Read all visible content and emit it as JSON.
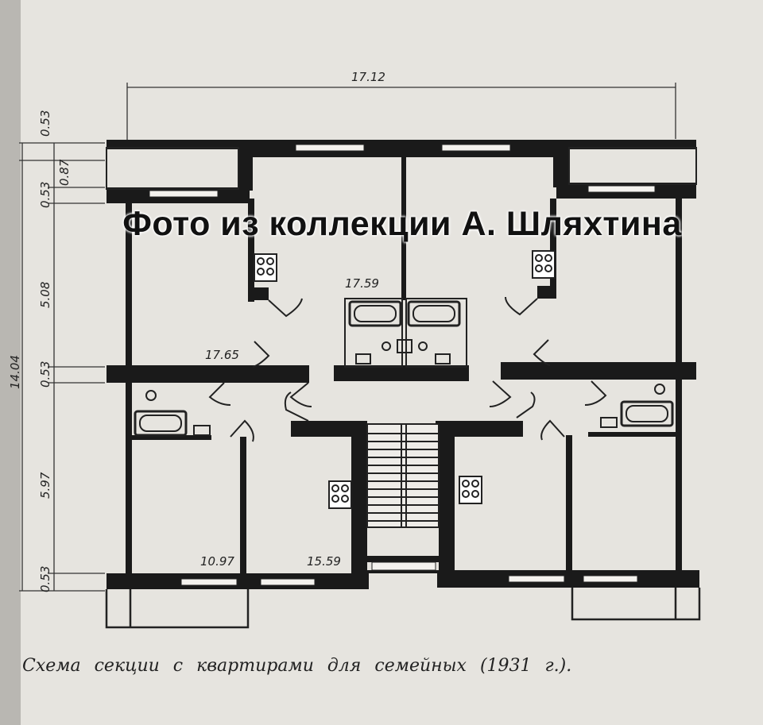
{
  "watermark": "Фото из коллекции А. Шляхтина",
  "caption": "Схема секции с квартирами для семейных (1931 г.).",
  "dimensions": {
    "overall_width": "17.12",
    "overall_depth": "14.04",
    "vertical": [
      "0.53",
      "0.87",
      "0.53",
      "5.08",
      "0.53",
      "5.97",
      "0.53"
    ]
  },
  "room_areas": {
    "upper_center": "17.59",
    "upper_left": "17.65",
    "lower_left": "10.97",
    "lower_center": "15.59"
  },
  "colors": {
    "wall": "#1a1a1a",
    "paper": "#e6e4df",
    "line": "#333333"
  }
}
